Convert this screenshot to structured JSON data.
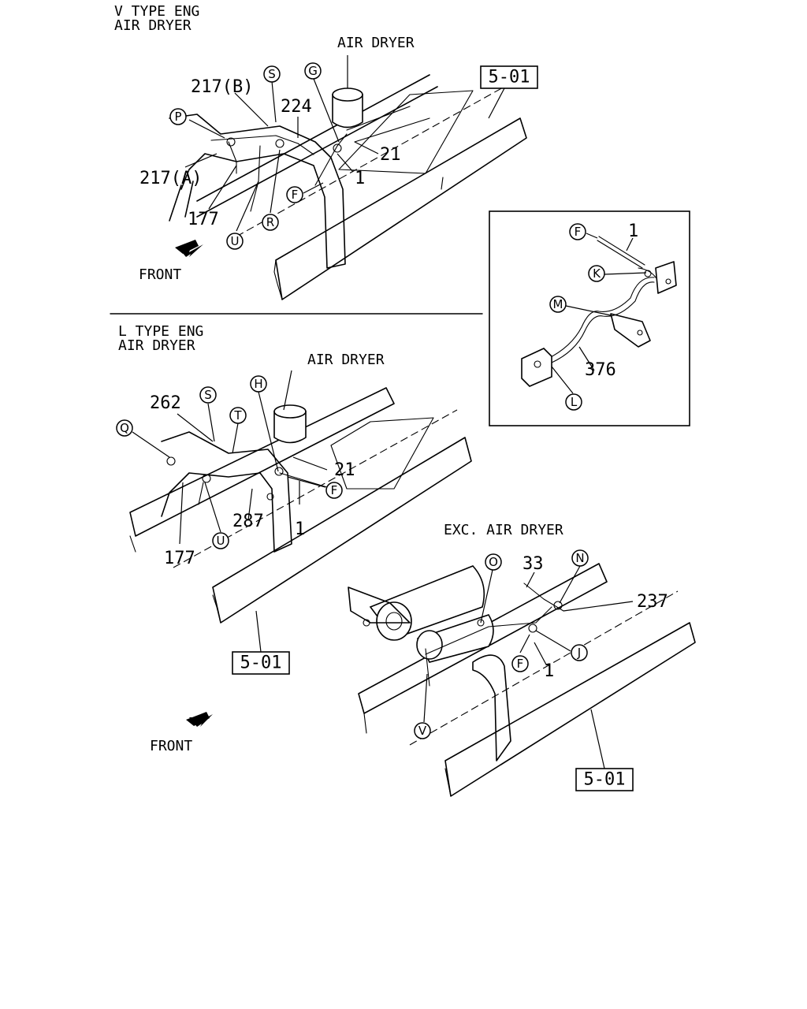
{
  "sections": {
    "v_type": {
      "title_line1": "V TYPE ENG",
      "title_line2": "AIR DRYER",
      "component": "AIR DRYER",
      "front_label": "FRONT"
    },
    "l_type": {
      "title_line1": "L TYPE ENG",
      "title_line2": "AIR DRYER",
      "component": "AIR DRYER",
      "front_label": "FRONT"
    },
    "exc": {
      "title": "EXC. AIR DRYER"
    }
  },
  "ref_boxes": [
    "5-01",
    "5-01",
    "5-01"
  ],
  "part_numbers": {
    "v_217b": "217(B)",
    "v_224": "224",
    "v_217a": "217(A)",
    "v_177": "177",
    "v_21": "21",
    "v_1": "1",
    "d_1": "1",
    "d_376": "376",
    "l_262": "262",
    "l_21": "21",
    "l_1": "1",
    "l_287": "287",
    "l_177": "177",
    "e_33": "33",
    "e_237": "237",
    "e_1": "1"
  },
  "callouts": {
    "v_s": "S",
    "v_g": "G",
    "v_p": "P",
    "v_f": "F",
    "v_r": "R",
    "v_u": "U",
    "d_f": "F",
    "d_k": "K",
    "d_m": "M",
    "d_l": "L",
    "l_s": "S",
    "l_h": "H",
    "l_t": "T",
    "l_q": "Q",
    "l_f": "F",
    "l_u": "U",
    "e_o": "O",
    "e_n": "N",
    "e_j": "J",
    "e_f": "F",
    "e_v": "V"
  }
}
